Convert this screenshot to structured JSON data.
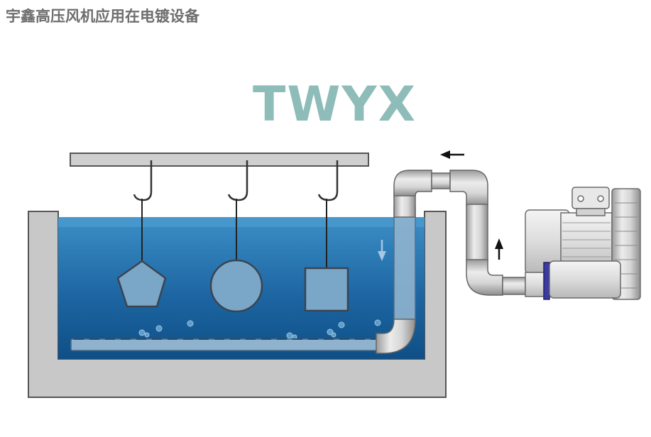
{
  "title": "宇鑫高压风机应用在电镀设备",
  "brand": "TWYX",
  "colors": {
    "title": "#6e6e6e",
    "brand": "#8dbcb9",
    "water_top": "#3c8ec6",
    "water_bottom": "#0f4f86",
    "tank": "#c8c8c8",
    "pipe": "#bdbdbd"
  },
  "parts": [
    "hanger-rail",
    "hook",
    "pentagon-workpiece",
    "circle-workpiece",
    "square-workpiece",
    "tank",
    "plating-solution",
    "aeration-pipe",
    "air-pipe",
    "high-pressure-blower"
  ],
  "flow_arrows": [
    "arrow-left",
    "arrow-up",
    "arrow-down"
  ]
}
